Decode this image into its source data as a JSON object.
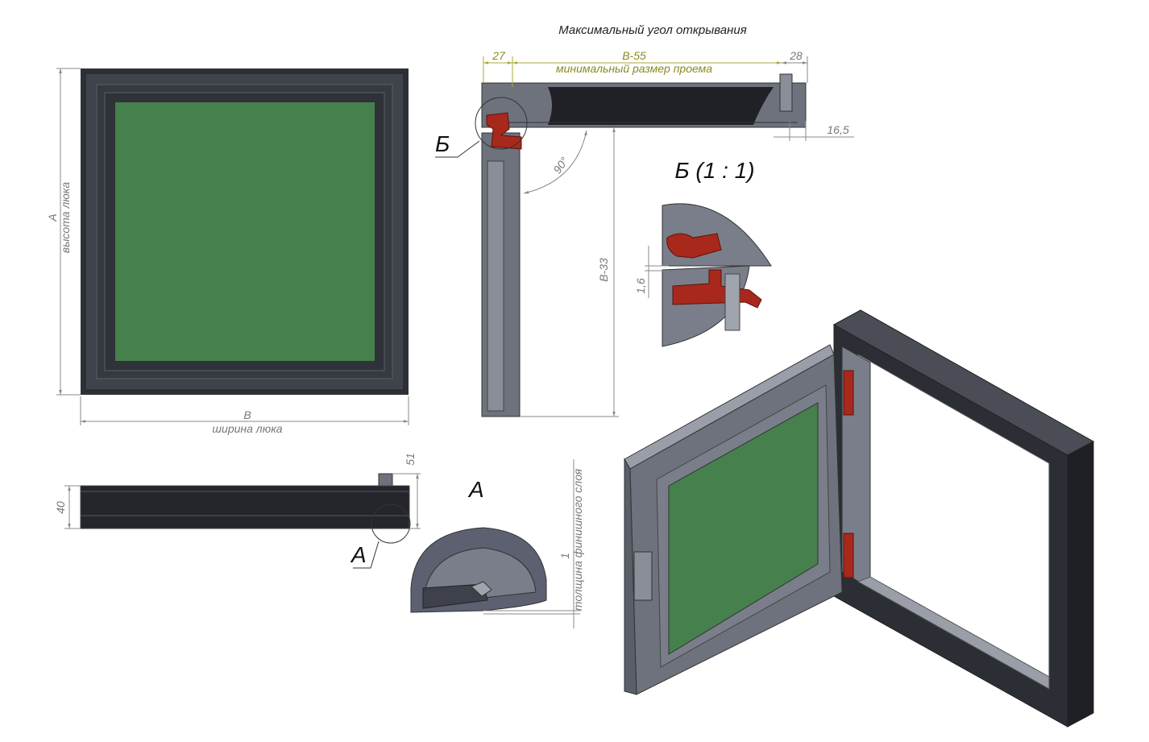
{
  "title": "Максимальный угол открывания",
  "front_view": {
    "dim_a": "A",
    "dim_a_label": "высота люка",
    "dim_b": "B",
    "dim_b_label": "ширина люка"
  },
  "side_view": {
    "dim_height": "40",
    "dim_total": "51",
    "callout": "A"
  },
  "detail_a": {
    "label": "A",
    "dim_value": "1",
    "dim_label": "толщина финишного слоя"
  },
  "section_top": {
    "dim_left": "27",
    "dim_main": "B-55",
    "dim_main_label": "минимальный размер проема",
    "dim_right": "28",
    "dim_depth": "16,5",
    "dim_vertical": "B-33",
    "angle": "90°",
    "callout": "Б"
  },
  "detail_b": {
    "label": "Б (1 : 1)",
    "dim_gap": "1,6"
  },
  "colors": {
    "frame": "#3a3d45",
    "panel": "#46804c",
    "metal": "#6e727c",
    "seal": "#a8281c",
    "dim_accent": "#8a8a20"
  }
}
